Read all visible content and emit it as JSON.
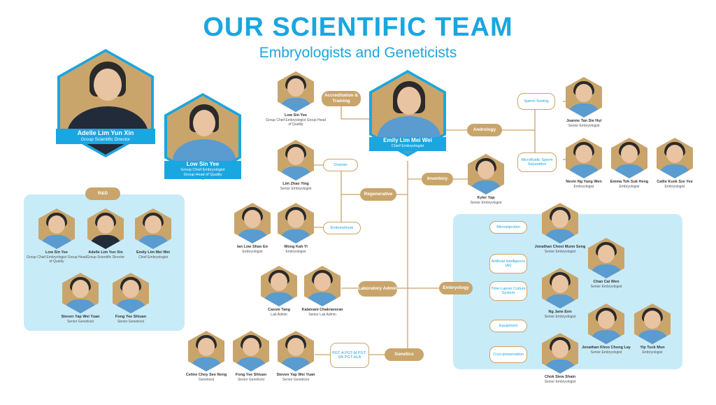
{
  "title": "OUR SCIENTIFIC TEAM",
  "subtitle": "Embryologists and Geneticists",
  "leaders": {
    "director": {
      "name": "Adelle Lim Yun Xin",
      "role": "Group Scientific Director"
    },
    "group_chief": {
      "name": "Low Sin Yee",
      "role1": "Group Chief Embryologist",
      "role2": "Group Head of Quality"
    },
    "chief": {
      "name": "Emily Lim Mei Wei",
      "role": "Chief Embryologist"
    }
  },
  "nodes": {
    "accreditation": "Accreditation & Training",
    "andrology": "Andrology",
    "inventory": "Inventory",
    "regenerative": "Regenerative",
    "lab_admin": "Laboratory Admin",
    "embryology": "Embryology",
    "genetics": "Genetics",
    "rnd": "R&D"
  },
  "sub_nodes": {
    "sperm_sorting": "Sperm Sorting",
    "microfluidic": "Microfluidic Sperm Separation",
    "ovarian": "Ovarian",
    "endometrium": "Endometrium",
    "microinjection": "Microinjection",
    "ai": "Artificial Intelligence (AI)",
    "timelapse": "Time-Lapse/ Culture System",
    "equipment": "Equipment",
    "cryo": "Cryo-preservation",
    "pgt": "PGT-A PGT-M PGT-SR PGT-HLA"
  },
  "people": {
    "acc_low": {
      "name": "Low Sin Yee",
      "role": "Group Chief Embryologist Group Head of Quality"
    },
    "joanne": {
      "name": "Joanne Tan Sie Hui",
      "role": "Senior Embryologist"
    },
    "nevin": {
      "name": "Nevin Ng Yang Wen",
      "role": "Embryologist"
    },
    "emma": {
      "name": "Emma Toh Suk Heng",
      "role": "Embryologist"
    },
    "callie": {
      "name": "Callie Kuek Sze Yee",
      "role": "Embryologist"
    },
    "kyler": {
      "name": "Kyler Yap",
      "role": "Senior Embryologist"
    },
    "lim_zhao": {
      "name": "Lim Zhao Ying",
      "role": "Senior Embryologist"
    },
    "ian": {
      "name": "Ian Low Shao En",
      "role": "Embryologist"
    },
    "wong": {
      "name": "Wong Kah Yi",
      "role": "Embryologist"
    },
    "cassie": {
      "name": "Cassie Tang",
      "role": "Lab Admin"
    },
    "kalaivani": {
      "name": "Kalaivani Chakraveran",
      "role": "Senior Lab Admin"
    },
    "celine": {
      "name": "Celine Choy See Neng",
      "role": "Geneticist"
    },
    "fong_gen": {
      "name": "Fong Yee Shiuan",
      "role": "Senior Geneticist"
    },
    "steven_gen": {
      "name": "Steven Yap Wei Yuan",
      "role": "Senior Geneticist"
    },
    "jonathan_choo": {
      "name": "Jonathan Chooi Munn Seng",
      "role": "Senior Embryologist"
    },
    "chan": {
      "name": "Chan Cai Wen",
      "role": "Senior Embryologist"
    },
    "ng_jane": {
      "name": "Ng Jane Enn",
      "role": "Senior Embryologist"
    },
    "jonathan_khoo": {
      "name": "Jonathan Khoo Chong Lay",
      "role": "Senior Embryologist"
    },
    "yip": {
      "name": "Yip Tuck Mun",
      "role": "Embryologist"
    },
    "chok": {
      "name": "Chok Siew Shain",
      "role": "Senior Embryologist"
    },
    "rnd_low": {
      "name": "Low Sin Yee",
      "role": "Group Chief Embryologist Group Head of Quality"
    },
    "rnd_adelle": {
      "name": "Adelle Lim Yun Xin",
      "role": "Group Scientific Director"
    },
    "rnd_emily": {
      "name": "Emily Lim Mei Wei",
      "role": "Chief Embryologist"
    },
    "rnd_steven": {
      "name": "Steven Yap Wei Yuan",
      "role": "Senior Geneticist"
    },
    "rnd_fong": {
      "name": "Fong Yee Shiuan",
      "role": "Senior Geneticist"
    }
  },
  "colors": {
    "accent": "#1aa6e0",
    "gold": "#c9a56b",
    "panel": "#c8ebf8"
  }
}
